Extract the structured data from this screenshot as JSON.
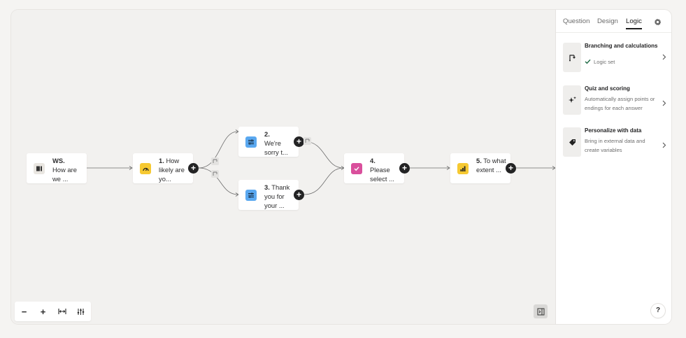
{
  "flow": {
    "nodes": [
      {
        "number": "WS.",
        "text": "How are we ...",
        "icon": "welcome-screen-icon",
        "color": "#e9e6e1"
      },
      {
        "number": "1.",
        "text": "How likely are yo...",
        "icon": "rating-gauge-icon",
        "color": "#f6c932"
      },
      {
        "number": "2.",
        "text": "We're sorry t...",
        "icon": "statement-icon",
        "color": "#5aa8f0"
      },
      {
        "number": "3.",
        "text": "Thank you for your ...",
        "icon": "statement-icon",
        "color": "#5aa8f0"
      },
      {
        "number": "4.",
        "text": "Please select ...",
        "icon": "checkbox-icon",
        "color": "#d94f9c"
      },
      {
        "number": "5.",
        "text": "To what extent ...",
        "icon": "bar-chart-icon",
        "color": "#f6c932"
      }
    ],
    "plus_symbol": "+"
  },
  "zoom_controls": {
    "zoom_out": "−",
    "zoom_in": "+"
  },
  "panel": {
    "tabs": [
      {
        "label": "Question",
        "active": false
      },
      {
        "label": "Design",
        "active": false
      },
      {
        "label": "Logic",
        "active": true
      }
    ],
    "cards": [
      {
        "title": "Branching and calculations",
        "description": "Logic set",
        "status_icon": "check-icon"
      },
      {
        "title": "Quiz and scoring",
        "description": "Automatically assign points or endings for each answer"
      },
      {
        "title": "Personalize with data",
        "description": "Bring in external data and create variables"
      }
    ],
    "help_label": "?"
  },
  "colors": {
    "canvas_bg": "#f2f1ef",
    "panel_bg": "#ffffff",
    "logic_set_check": "#1f6b45"
  }
}
